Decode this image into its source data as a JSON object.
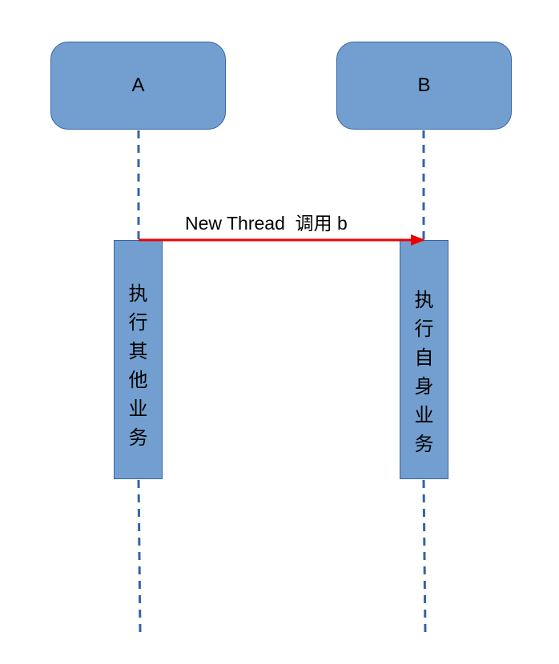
{
  "participants": [
    {
      "label": "A"
    },
    {
      "label": "B"
    }
  ],
  "activations": [
    {
      "text": "执行其他业务"
    },
    {
      "text": "执行自身业务"
    }
  ],
  "message": {
    "label": "New Thread  调用 b",
    "color": "#ee0000"
  },
  "colors": {
    "box_fill": "#729fcf",
    "box_border": "#3465a4",
    "lifeline": "#3465a4"
  }
}
